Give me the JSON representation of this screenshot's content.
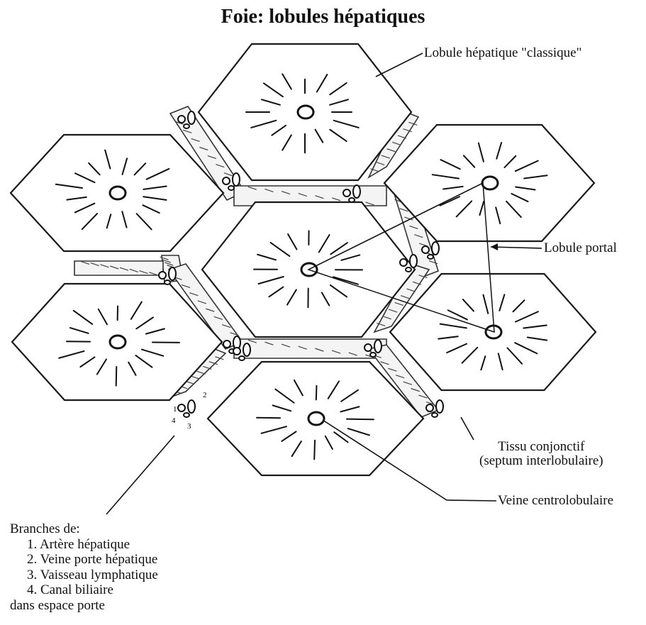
{
  "title": "Foie: lobules hépatiques",
  "labels": {
    "classic_lobule": "Lobule hépatique \"classique\"",
    "portal_lobule": "Lobule portal",
    "connective_tissue_line1": "Tissu conjonctif",
    "connective_tissue_line2": "(septum interlobulaire)",
    "central_vein": "Veine centrolobulaire"
  },
  "branches": {
    "heading": "Branches de:",
    "items": [
      "1. Artère hépatique",
      "2. Veine porte hépatique",
      "3. Vaisseau lymphatique",
      "4. Canal biliaire"
    ],
    "footer": "dans espace porte"
  },
  "vessel_numbers": [
    "1",
    "2",
    "3",
    "4"
  ]
}
